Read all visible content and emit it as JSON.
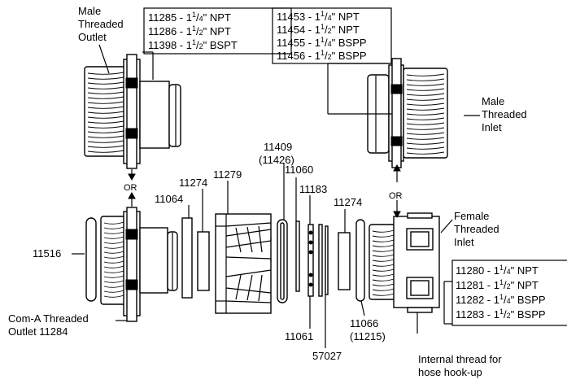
{
  "labels": {
    "male_outlet": [
      "Male",
      "Threaded",
      "Outlet"
    ],
    "male_inlet": [
      "Male",
      "Threaded",
      "Inlet"
    ],
    "female_inlet": [
      "Female",
      "Threaded",
      "Inlet"
    ],
    "com_a": [
      "Com-A Threaded",
      "Outlet 11284"
    ],
    "internal_thread": [
      "Internal thread for",
      "hose hook-up"
    ],
    "or": "OR"
  },
  "outlet_list": [
    {
      "part": "11285",
      "size": "1",
      "frac": "1/4",
      "std": "NPT"
    },
    {
      "part": "11286",
      "size": "1",
      "frac": "1/2",
      "std": "NPT"
    },
    {
      "part": "11398",
      "size": "1",
      "frac": "1/2",
      "std": "BSPT"
    }
  ],
  "inlet_list": [
    {
      "part": "11453",
      "size": "1",
      "frac": "1/4",
      "std": "NPT"
    },
    {
      "part": "11454",
      "size": "1",
      "frac": "1/2",
      "std": "NPT"
    },
    {
      "part": "11455",
      "size": "1",
      "frac": "1/4",
      "std": "BSPP"
    },
    {
      "part": "11456",
      "size": "1",
      "frac": "1/2",
      "std": "BSPP"
    }
  ],
  "female_list": [
    {
      "part": "11280",
      "size": "1",
      "frac": "1/4",
      "std": "NPT"
    },
    {
      "part": "11281",
      "size": "1",
      "frac": "1/2",
      "std": "NPT"
    },
    {
      "part": "11282",
      "size": "1",
      "frac": "1/4",
      "std": "BSPP"
    },
    {
      "part": "11283",
      "size": "1",
      "frac": "1/2",
      "std": "BSPP"
    }
  ],
  "parts": {
    "p11409": "11409",
    "p11426": "(11426)",
    "p11060": "11060",
    "p11183": "11183",
    "p11274a": "11274",
    "p11274b": "11274",
    "p11279": "11279",
    "p11064": "11064",
    "p11516": "11516",
    "p11061": "11061",
    "p57027": "57027",
    "p11066": "11066",
    "p11215": "(11215)"
  }
}
